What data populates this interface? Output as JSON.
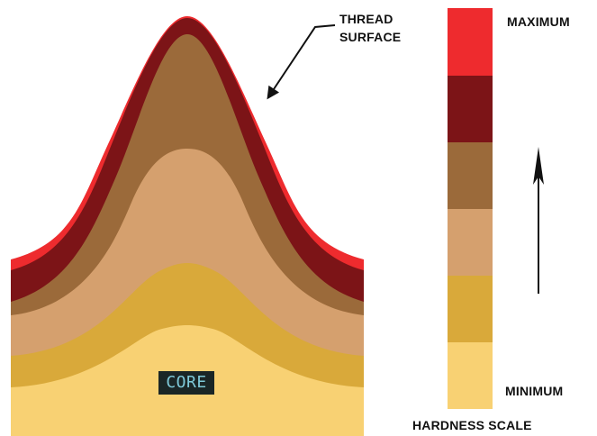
{
  "labels": {
    "thread_surface_line1": "THREAD",
    "thread_surface_line2": "SURFACE",
    "maximum": "MAXIMUM",
    "minimum": "MINIMUM",
    "hardness_scale": "HARDNESS SCALE",
    "core": "CORE"
  },
  "layers": [
    {
      "name": "maximum",
      "color": "#ee2b2e"
    },
    {
      "name": "dark-red",
      "color": "#7c1417"
    },
    {
      "name": "brown",
      "color": "#9b6a3a"
    },
    {
      "name": "tan",
      "color": "#d5a06e"
    },
    {
      "name": "mustard",
      "color": "#d9a93a"
    },
    {
      "name": "minimum",
      "color": "#f8d173"
    }
  ],
  "colors": {
    "core_label_bg": "#1a2626",
    "core_label_text": "#7ec9d8",
    "arrow": "#111111"
  }
}
